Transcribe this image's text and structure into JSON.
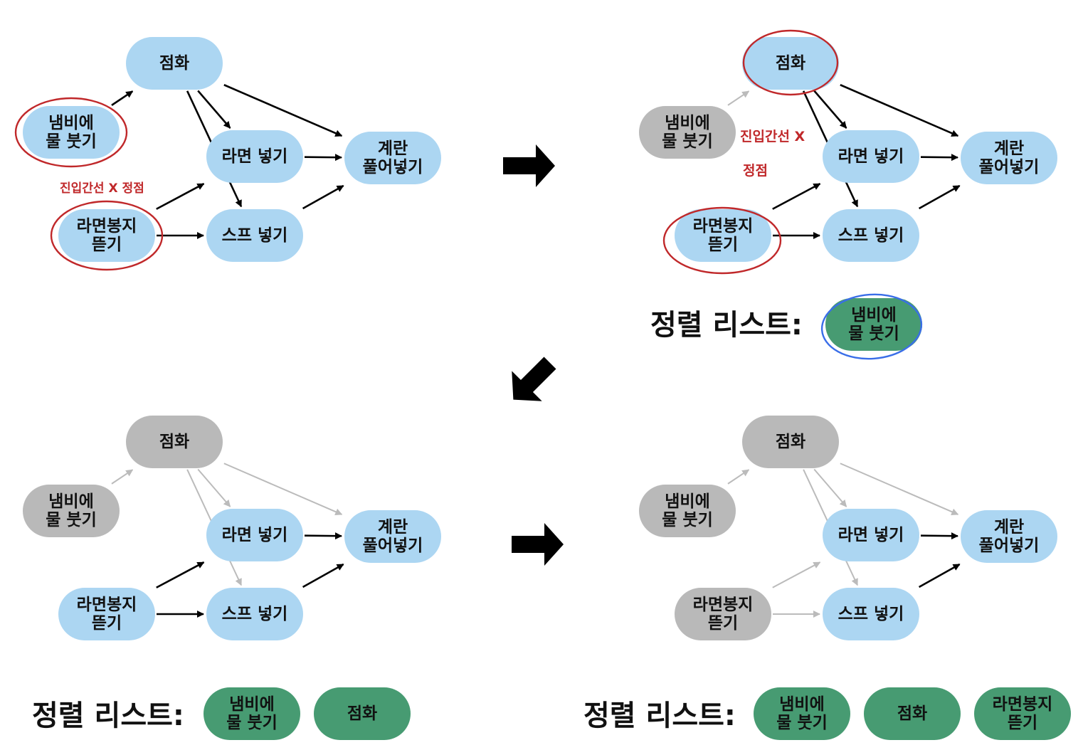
{
  "nodes": {
    "ignite": "점화",
    "pour_water": [
      "냄비에",
      "물 붓기"
    ],
    "add_ramen": "라면 넣기",
    "egg": [
      "계란",
      "풀어넣기"
    ],
    "open_pack": [
      "라면봉지",
      "뜯기"
    ],
    "add_soup": "스프 넣기"
  },
  "annotations": {
    "no_incoming_panel1": "진입간선 X 정점",
    "no_incoming_panel2_line1": "진입간선 X",
    "no_incoming_panel2_line2": "정점"
  },
  "sorted_list_label": "정렬 리스트:",
  "sorted_lists": {
    "panel2": [
      [
        "냄비에",
        "물 붓기"
      ]
    ],
    "panel3": [
      [
        "냄비에",
        "물 붓기"
      ],
      [
        "점화"
      ]
    ],
    "panel4": [
      [
        "냄비에",
        "물 붓기"
      ],
      [
        "점화"
      ],
      [
        "라면봉지",
        "뜯기"
      ]
    ]
  },
  "colors": {
    "node_active": "#acd6f2",
    "node_removed": "#b9b9b9",
    "node_sorted": "#479b72",
    "edge_active": "#000000",
    "edge_removed": "#bbbbbb",
    "highlight_red": "#c0282a",
    "highlight_blue": "#3a6ee8"
  },
  "icons": {
    "step_arrow": "arrow-right-icon",
    "step_arrow_diag": "arrow-down-left-icon"
  }
}
